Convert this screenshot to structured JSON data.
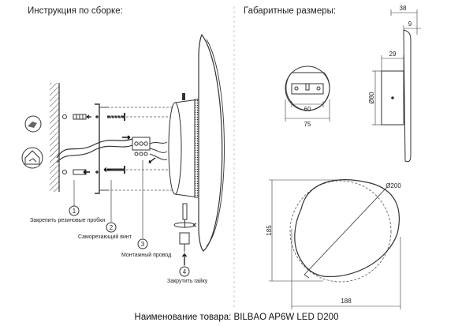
{
  "headings": {
    "assembly": "Инструкция по сборке:",
    "dimensions": "Габаритные размеры:"
  },
  "steps": [
    {
      "number": "1",
      "label": "Закрепить резиновые пробки"
    },
    {
      "number": "2",
      "label": "Саморезающий винт"
    },
    {
      "number": "3",
      "label": "Монтажный провод"
    },
    {
      "number": "4",
      "label": "Закрутить гайку"
    }
  ],
  "dimensions": {
    "side_depth": "38",
    "side_thin": "9",
    "side_mount": "29",
    "side_height": "Ø80",
    "mount_holes": "60",
    "mount_width": "75",
    "front_diameter": "Ø200",
    "front_height": "185",
    "front_width": "188"
  },
  "product": "Наименование товара: BILBAO AP6W LED D200"
}
